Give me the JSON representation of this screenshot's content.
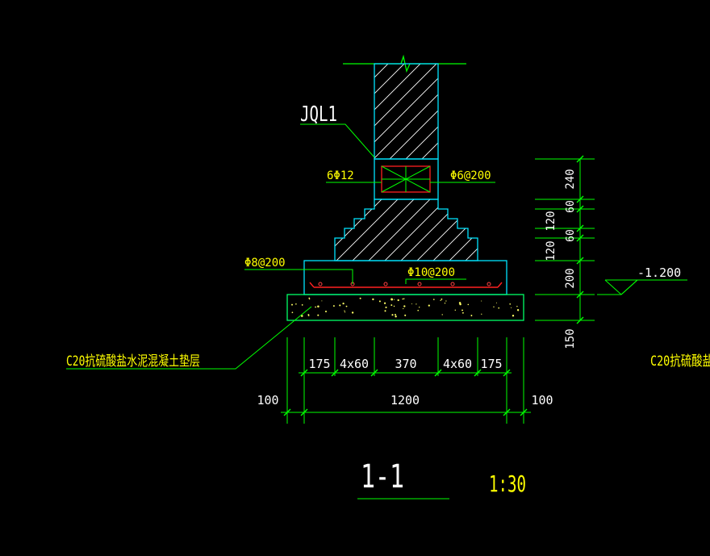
{
  "colors": {
    "background": "#000000",
    "concrete_outline": "#00e5ff",
    "dimension": "#00ff00",
    "text": "#ffffff",
    "annotation": "#ffff00",
    "rebar": "#ff2020",
    "cushion": "#00ff66"
  },
  "labels": {
    "beam_tag": "JQL1",
    "beam_main_bar": "6Φ12",
    "beam_stirrup": "Φ6@200",
    "bottom_bar_left": "Φ8@200",
    "bottom_bar_right": "Φ10@200",
    "cushion_note_left": "C20抗硫酸盐水泥混凝土垫层",
    "cushion_note_right": "C20抗硫酸盐",
    "elevation": "-1.200",
    "section_title": "1-1",
    "scale": "1:30"
  },
  "dimensions": {
    "horizontal_top": [
      "175",
      "4x60",
      "370",
      "4x60",
      "175"
    ],
    "overall_width": "1200",
    "offset_left": "100",
    "offset_right": "100",
    "vertical": [
      "240",
      "60",
      "120",
      "60",
      "120",
      "200",
      "150"
    ]
  }
}
